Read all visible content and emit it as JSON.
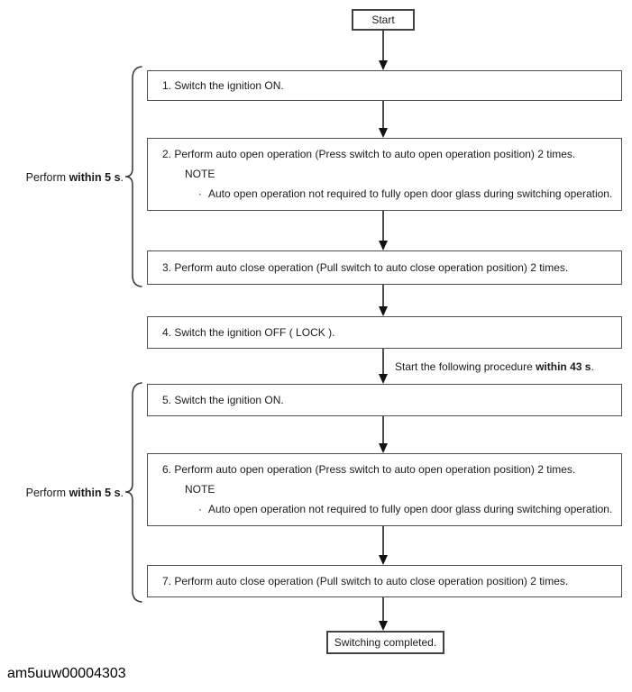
{
  "diagram": {
    "title_hint": "window-auto-operation-switching-flowchart",
    "start_label": "Start",
    "end_label": "Switching completed.",
    "figure_code": "am5uuw00004303",
    "arrow_note": {
      "prefix": "Start the following procedure ",
      "bold": "within 43 s",
      "suffix": "."
    },
    "brace_labels": [
      {
        "prefix": "Perform ",
        "bold": "within 5 s",
        "suffix": "."
      },
      {
        "prefix": "Perform ",
        "bold": "within 5 s",
        "suffix": "."
      }
    ],
    "steps": [
      {
        "text": "1. Switch the ignition ON."
      },
      {
        "text": "2. Perform auto open operation (Press switch to auto open operation position) 2 times.",
        "note_label": "NOTE",
        "note_bullet": "·",
        "note_text": "Auto open operation not required to fully open door glass during switching operation."
      },
      {
        "text": "3. Perform auto close operation (Pull switch to auto close operation position) 2 times."
      },
      {
        "text": "4. Switch the ignition OFF ( LOCK )."
      },
      {
        "text": "5. Switch the ignition ON."
      },
      {
        "text": "6. Perform auto open operation (Press switch to auto open operation position) 2 times.",
        "note_label": "NOTE",
        "note_bullet": "·",
        "note_text": "Auto open operation not required to fully open door glass during switching operation."
      },
      {
        "text": "7. Perform auto close operation (Pull switch to auto close operation position) 2 times."
      }
    ],
    "colors": {
      "background": "#ffffff",
      "box_border": "#4f4f4f",
      "line": "#222222",
      "text": "#1a1a1a"
    }
  }
}
